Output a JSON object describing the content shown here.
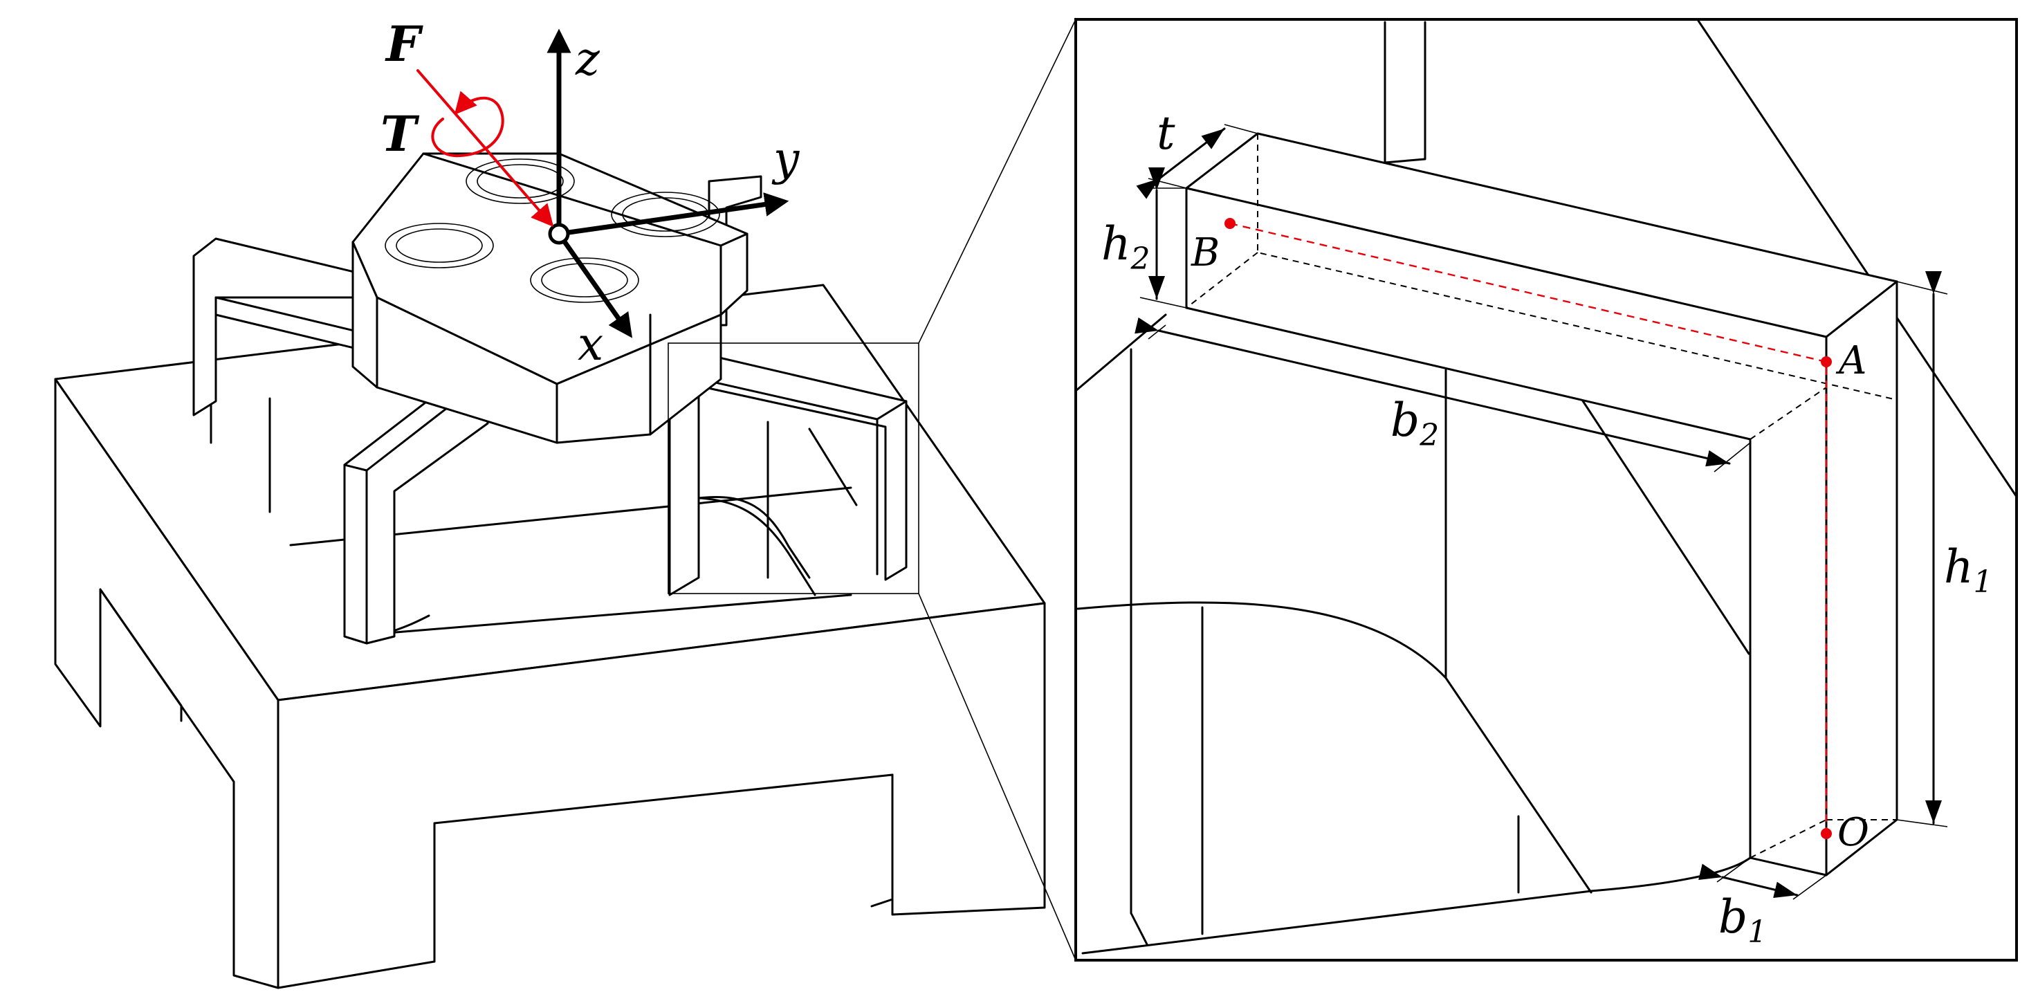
{
  "labels": {
    "force": "F",
    "torque": "T",
    "axis_z": "z",
    "axis_y": "y",
    "axis_x": "x",
    "t": "t",
    "h2": "h",
    "h2_sub": "2",
    "b2": "b",
    "b2_sub": "2",
    "h1": "h",
    "h1_sub": "1",
    "b1": "b",
    "b1_sub": "1",
    "point_a": "A",
    "point_b": "B",
    "point_o": "O"
  },
  "colors": {
    "line": "#000000",
    "load": "#e8000b",
    "background": "#ffffff"
  }
}
